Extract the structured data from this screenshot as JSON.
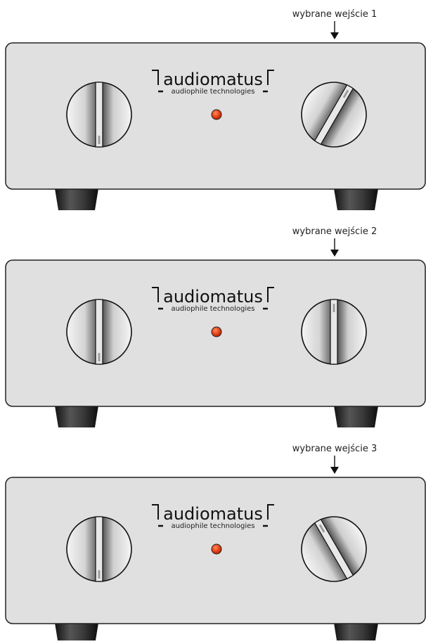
{
  "panels": [
    {
      "label": "wybrane wejście 1",
      "brand": "audiomatus",
      "subtitle": "audiophile technologies",
      "selector_angle_deg": 30,
      "volume_angle_deg": 0,
      "led_color": "#e23c12"
    },
    {
      "label": "wybrane wejście 2",
      "brand": "audiomatus",
      "subtitle": "audiophile technologies",
      "selector_angle_deg": 0,
      "volume_angle_deg": 0,
      "led_color": "#e23c12"
    },
    {
      "label": "wybrane wejście 3",
      "brand": "audiomatus",
      "subtitle": "audiophile technologies",
      "selector_angle_deg": -30,
      "volume_angle_deg": 0,
      "led_color": "#e23c12"
    }
  ],
  "colors": {
    "panel_face": "#e0e0e0",
    "panel_edge": "#222222",
    "foot": "#2a2a2a"
  }
}
